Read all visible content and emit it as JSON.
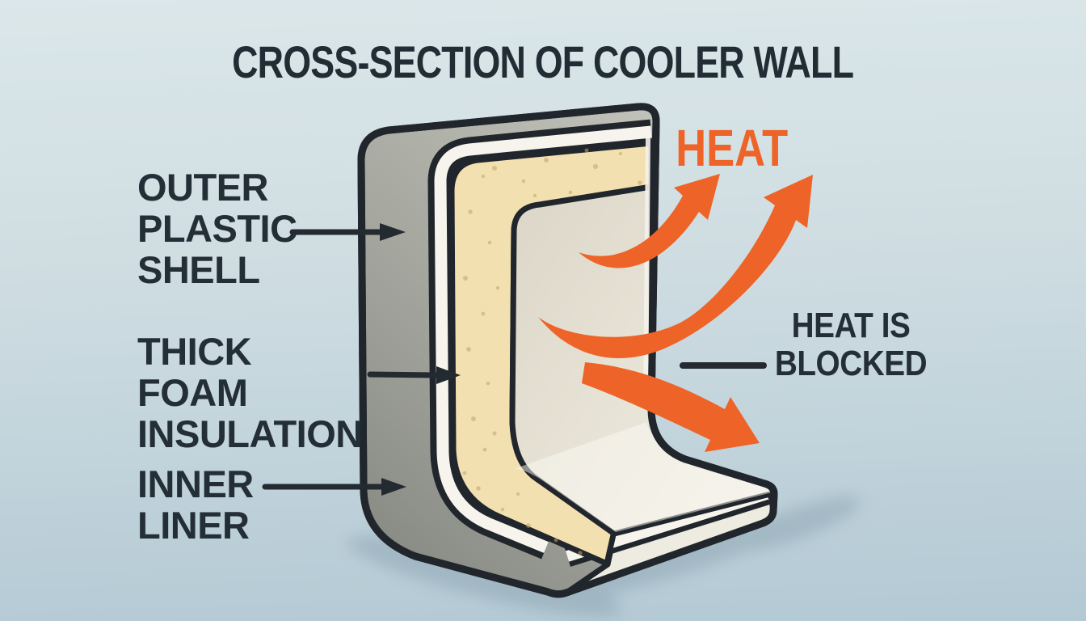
{
  "title": "CROSS-SECTION OF COOLER WALL",
  "diagram": {
    "labels": {
      "outer_shell": "OUTER PLASTIC SHELL",
      "foam_insulation": "THICK FOAM INSULATION",
      "inner_liner": "INNER LINER",
      "heat": "HEAT",
      "heat_blocked": "HEAT IS BLOCKED"
    },
    "colors": {
      "heat_accent": "#ee6327",
      "ink_outline": "#20262c",
      "text_ink": "#242e36",
      "outer_shell_gray": "#a9aaa2",
      "white_layer": "#f6f4ec",
      "foam_tan": "#f3e0b1",
      "foam_speckle": "#c7a368",
      "inner_liner_cream": "#e7e3d6",
      "background_top": "#dbe7e9",
      "background_bottom": "#b3c9d4"
    }
  }
}
